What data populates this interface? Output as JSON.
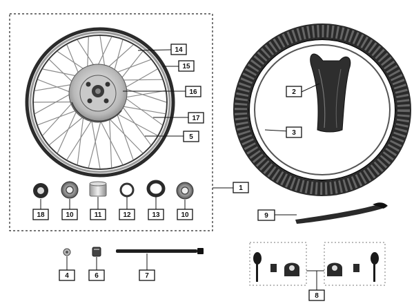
{
  "callouts": {
    "c1": "1",
    "c2": "2",
    "c3": "3",
    "c4": "4",
    "c5": "5",
    "c6": "6",
    "c7": "7",
    "c8": "8",
    "c9": "9",
    "c10a": "10",
    "c10b": "10",
    "c11": "11",
    "c12": "12",
    "c13": "13",
    "c14": "14",
    "c15": "15",
    "c16": "16",
    "c17": "17",
    "c18": "18"
  }
}
